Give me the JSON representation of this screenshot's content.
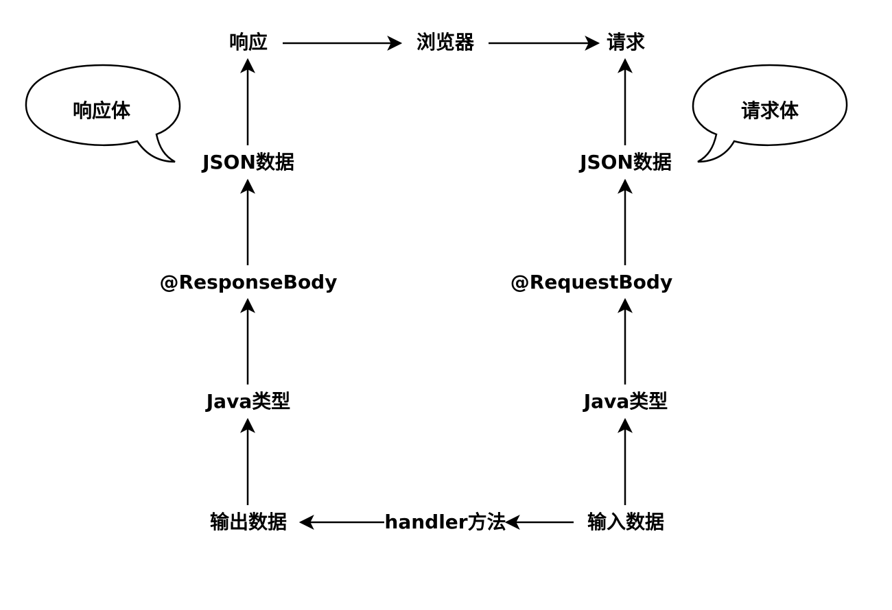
{
  "nodes": {
    "response": "响应",
    "browser": "浏览器",
    "request": "请求",
    "json_left": "JSON数据",
    "json_right": "JSON数据",
    "response_body_annotation": "@ResponseBody",
    "request_body_annotation": "@RequestBody",
    "java_type_left": "Java类型",
    "java_type_right": "Java类型",
    "output_data": "输出数据",
    "handler_method": "handler方法",
    "input_data": "输入数据"
  },
  "callouts": {
    "response_body": "响应体",
    "request_body": "请求体"
  },
  "colors": {
    "stroke": "#000000",
    "background": "#ffffff"
  }
}
